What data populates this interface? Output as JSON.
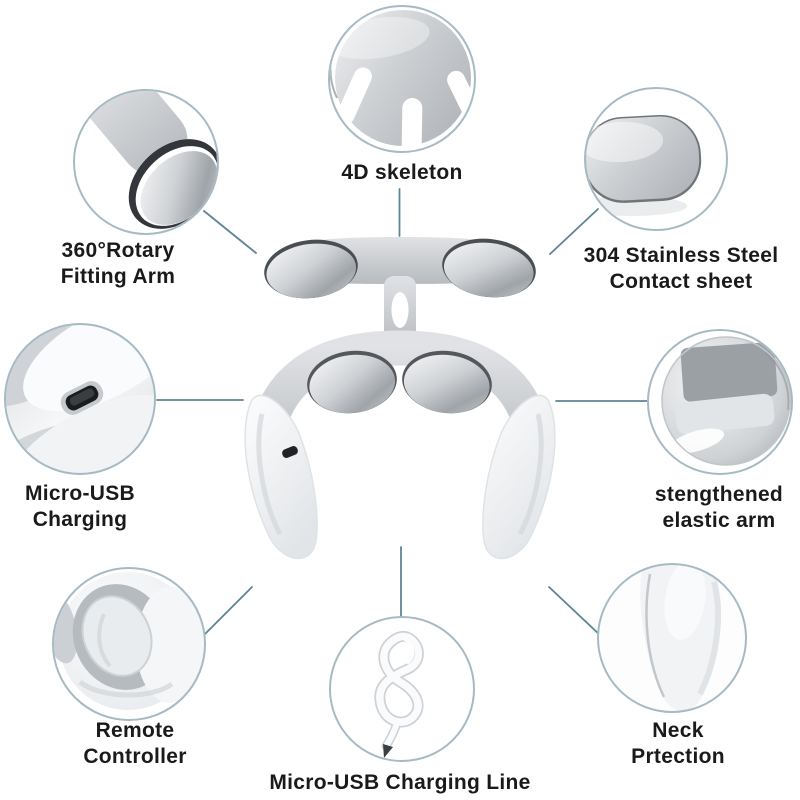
{
  "illustration": {
    "subject": "neck-massager-product-photo",
    "background_color": "#ffffff",
    "leader_line_color": "#5d8496",
    "circle_ring_color": "#a7bac4",
    "label_text_color": "#1a1a1a"
  },
  "callouts": {
    "top": {
      "lines": [
        "4D skeleton"
      ],
      "graphic": "4d-skeleton-bracket-photo"
    },
    "left_top": {
      "lines": [
        "360°Rotary",
        "Fitting Arm"
      ],
      "graphic": "rotary-fitting-arm-photo"
    },
    "right_top": {
      "lines": [
        "304 Stainless Steel",
        "Contact sheet"
      ],
      "graphic": "steel-contact-sheet-photo"
    },
    "left_middle": {
      "lines": [
        "Micro-USB",
        "Charging"
      ],
      "graphic": "micro-usb-port-photo"
    },
    "right_middle": {
      "lines": [
        "stengthened",
        "elastic arm"
      ],
      "graphic": "elastic-arm-joint-photo"
    },
    "left_bottom": {
      "lines": [
        "Remote",
        "Controller"
      ],
      "graphic": "remote-controller-photo"
    },
    "right_bottom": {
      "lines": [
        "Neck",
        "Prtection"
      ],
      "graphic": "neck-protection-pad-photo"
    },
    "bottom": {
      "lines": [
        "Micro-USB Charging Line"
      ],
      "graphic": "usb-charging-cable-photo"
    }
  }
}
